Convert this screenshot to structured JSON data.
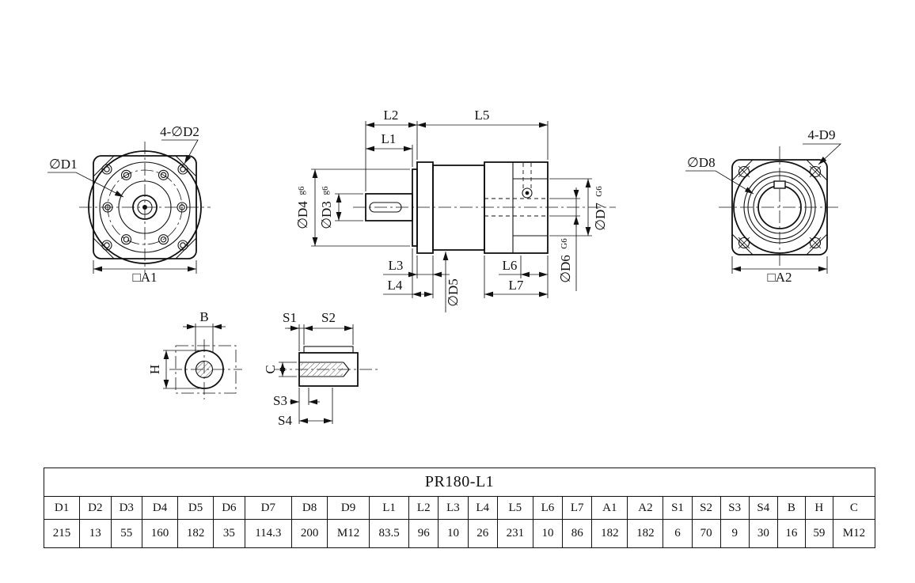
{
  "drawing": {
    "front_view": {
      "d1": "∅D1",
      "d2": "4-∅D2",
      "a1": "□A1"
    },
    "side_view": {
      "l1": "L1",
      "l2": "L2",
      "l5": "L5",
      "d3": "∅D3",
      "d3_tol": "g6",
      "d4": "∅D4",
      "d4_tol": "g6",
      "d5": "∅D5",
      "d6": "∅D6",
      "d6_tol": "G6",
      "d7": "∅D7",
      "d7_tol": "G6",
      "l3": "L3",
      "l4": "L4",
      "l6": "L6",
      "l7": "L7"
    },
    "rear_view": {
      "d8": "∅D8",
      "d9": "4-D9",
      "a2": "□A2"
    },
    "shaft_end_view": {
      "b": "B",
      "h": "H"
    },
    "key_section_view": {
      "s1": "S1",
      "s2": "S2",
      "s3": "S3",
      "s4": "S4",
      "c": "C"
    }
  },
  "table": {
    "title": "PR180-L1",
    "headers": [
      "D1",
      "D2",
      "D3",
      "D4",
      "D5",
      "D6",
      "D7",
      "D8",
      "D9",
      "L1",
      "L2",
      "L3",
      "L4",
      "L5",
      "L6",
      "L7",
      "A1",
      "A2",
      "S1",
      "S2",
      "S3",
      "S4",
      "B",
      "H",
      "C"
    ],
    "values": [
      "215",
      "13",
      "55",
      "160",
      "182",
      "35",
      "114.3",
      "200",
      "M12",
      "83.5",
      "96",
      "10",
      "26",
      "231",
      "10",
      "86",
      "182",
      "182",
      "6",
      "70",
      "9",
      "30",
      "16",
      "59",
      "M12"
    ]
  }
}
